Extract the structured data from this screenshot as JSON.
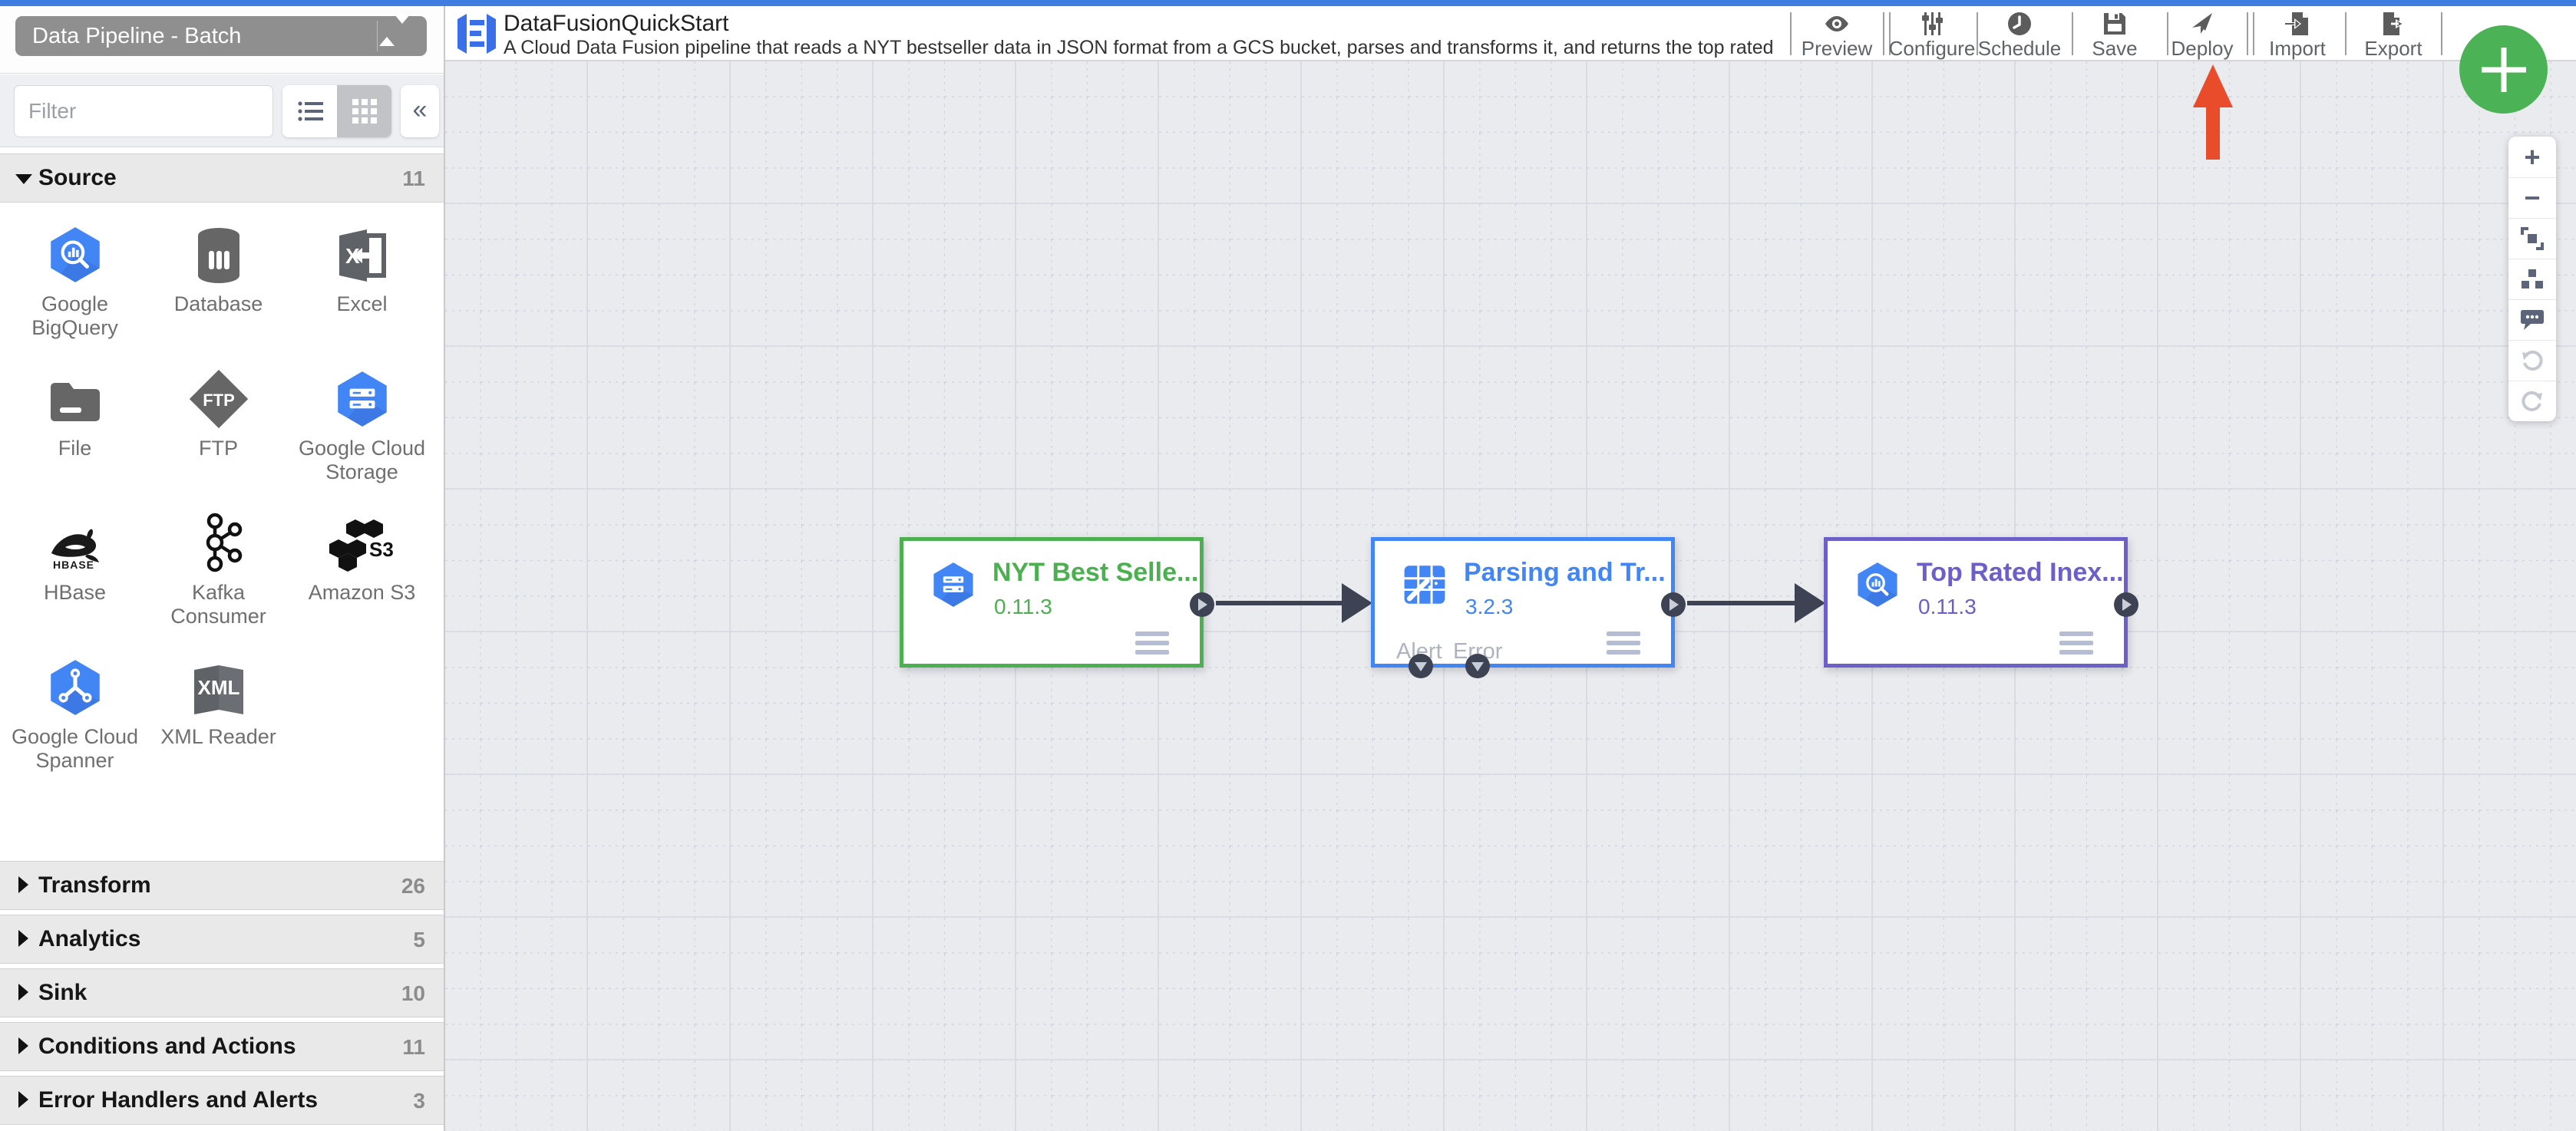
{
  "header": {
    "pipeline_type_label": "Data Pipeline - Batch",
    "title": "DataFusionQuickStart",
    "description": "A Cloud Data Fusion pipeline that reads a NYT bestseller data in JSON format from a GCS bucket, parses and transforms it, and returns the top rated book...",
    "actions": {
      "preview": "Preview",
      "configure": "Configure",
      "schedule": "Schedule",
      "save": "Save",
      "deploy": "Deploy",
      "import": "Import",
      "export": "Export"
    }
  },
  "sidebar": {
    "filter_placeholder": "Filter",
    "source_section": {
      "label": "Source",
      "count": "11"
    },
    "plugins": [
      {
        "label": "Google BigQuery",
        "icon": "bigquery-icon"
      },
      {
        "label": "Database",
        "icon": "database-icon"
      },
      {
        "label": "Excel",
        "icon": "excel-icon"
      },
      {
        "label": "File",
        "icon": "file-icon"
      },
      {
        "label": "FTP",
        "icon": "ftp-icon"
      },
      {
        "label": "Google Cloud Storage",
        "icon": "gcs-icon"
      },
      {
        "label": "HBase",
        "icon": "hbase-icon"
      },
      {
        "label": "Kafka Consumer",
        "icon": "kafka-icon"
      },
      {
        "label": "Amazon S3",
        "icon": "s3-icon"
      },
      {
        "label": "Google Cloud Spanner",
        "icon": "spanner-icon"
      },
      {
        "label": "XML Reader",
        "icon": "xml-icon"
      }
    ],
    "collapsed_sections": [
      {
        "label": "Transform",
        "count": "26"
      },
      {
        "label": "Analytics",
        "count": "5"
      },
      {
        "label": "Sink",
        "count": "10"
      },
      {
        "label": "Conditions and Actions",
        "count": "11"
      },
      {
        "label": "Error Handlers and Alerts",
        "count": "3"
      }
    ]
  },
  "canvas": {
    "nodes": [
      {
        "title": "NYT Best Selle...",
        "version": "0.11.3",
        "accent_color": "#4caf50",
        "icon": "gcs-icon"
      },
      {
        "title": "Parsing and Tr...",
        "version": "3.2.3",
        "accent_color": "#4285f4",
        "icon": "wrangler-icon",
        "alert_label": "Alert",
        "error_label": "Error"
      },
      {
        "title": "Top Rated Inex...",
        "version": "0.11.3",
        "accent_color": "#6c5fc7",
        "icon": "bigquery-icon"
      }
    ],
    "zoom_controls": [
      "zoom-in",
      "zoom-out",
      "fit-to-screen",
      "align-nodes",
      "comment",
      "undo",
      "redo"
    ]
  },
  "fab": {
    "color": "#4cb256",
    "icon": "plus-icon"
  },
  "annotation": {
    "shape": "red-arrow-pointing-up-at-deploy",
    "color": "#e84c2b"
  }
}
